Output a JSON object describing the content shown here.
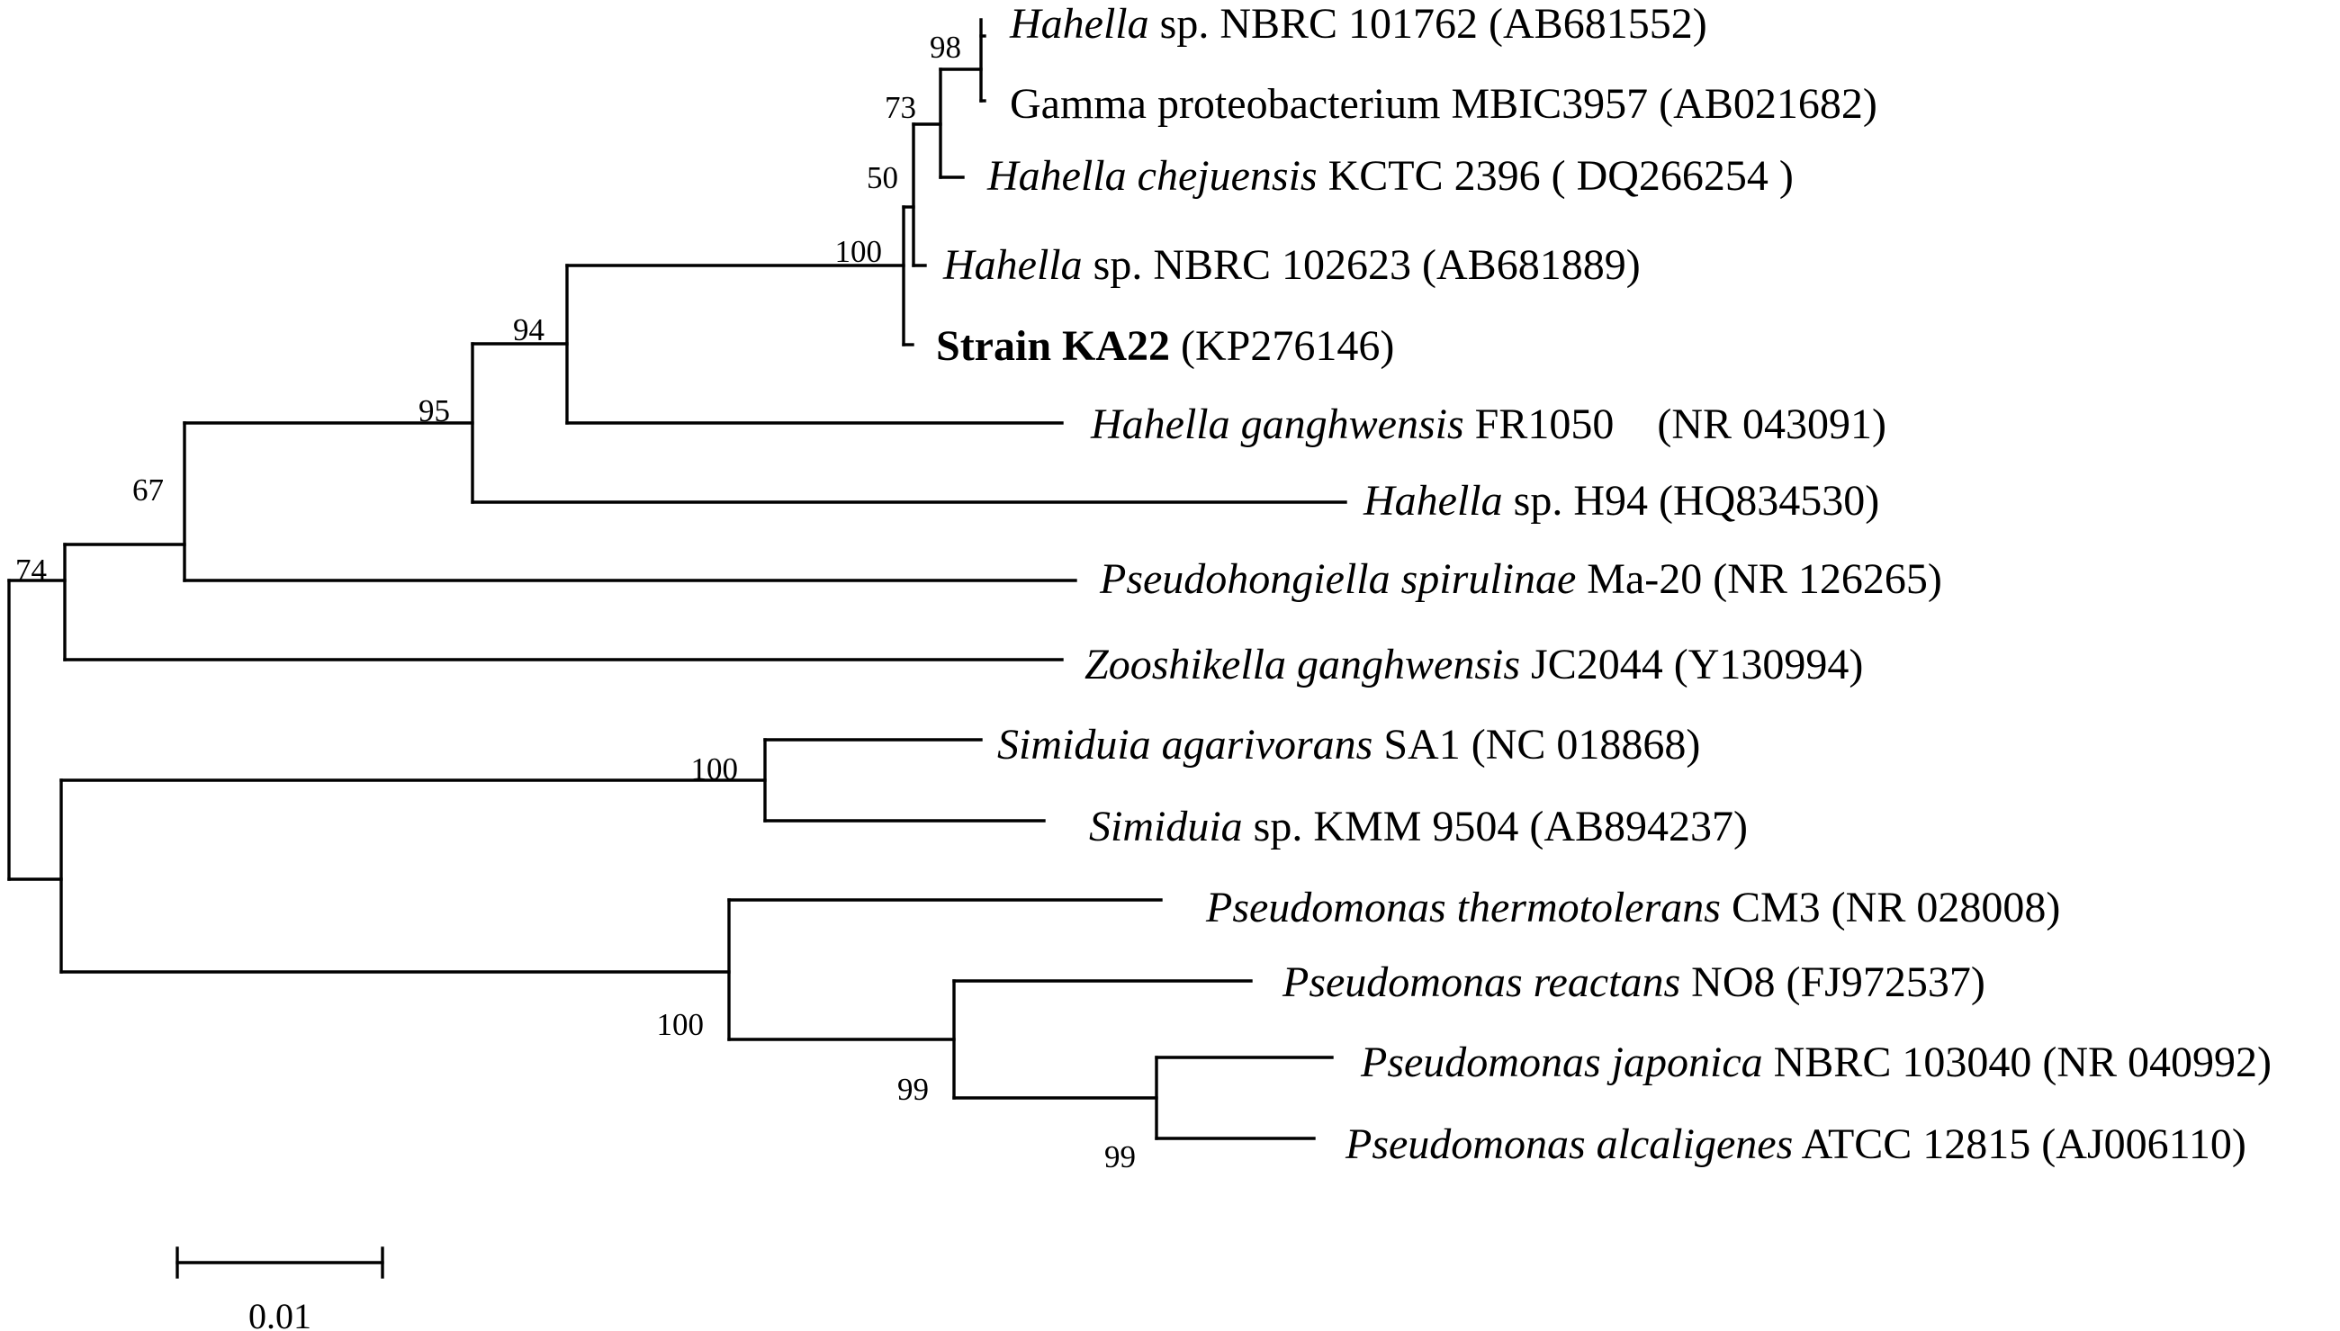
{
  "tree": {
    "taxa": [
      {
        "id": "t1",
        "parts": [
          {
            "text": "Hahella",
            "style": "italic"
          },
          {
            "text": " sp. NBRC 101762 (AB681552)"
          }
        ]
      },
      {
        "id": "t2",
        "parts": [
          {
            "text": "Gamma proteobacterium MBIC3957 (AB021682)"
          }
        ]
      },
      {
        "id": "t3",
        "parts": [
          {
            "text": "Hahella chejuensis",
            "style": "italic"
          },
          {
            "text": " KCTC 2396 ( DQ266254 )"
          }
        ]
      },
      {
        "id": "t4",
        "parts": [
          {
            "text": "Hahella",
            "style": "italic"
          },
          {
            "text": " sp. NBRC 102623 (AB681889)"
          }
        ]
      },
      {
        "id": "t5",
        "parts": [
          {
            "text": "Strain KA22",
            "style": "bold"
          },
          {
            "text": " (KP276146)"
          }
        ]
      },
      {
        "id": "t6",
        "parts": [
          {
            "text": "Hahella ganghwensis",
            "style": "italic"
          },
          {
            "text": " FR1050    (NR 043091)"
          }
        ]
      },
      {
        "id": "t7",
        "parts": [
          {
            "text": "Hahella",
            "style": "italic"
          },
          {
            "text": " sp. H94 (HQ834530)"
          }
        ]
      },
      {
        "id": "t8",
        "parts": [
          {
            "text": "Pseudohongiella spirulinae",
            "style": "italic"
          },
          {
            "text": " Ma-20 (NR 126265)"
          }
        ]
      },
      {
        "id": "t9",
        "parts": [
          {
            "text": "Zooshikella ganghwensis",
            "style": "italic"
          },
          {
            "text": " JC2044 (Y130994)"
          }
        ]
      },
      {
        "id": "t10",
        "parts": [
          {
            "text": "Simiduia agarivorans",
            "style": "italic"
          },
          {
            "text": " SA1 (NC 018868)"
          }
        ]
      },
      {
        "id": "t11",
        "parts": [
          {
            "text": "Simiduia",
            "style": "italic"
          },
          {
            "text": " sp. KMM 9504 (AB894237)"
          }
        ]
      },
      {
        "id": "t12",
        "parts": [
          {
            "text": "Pseudomonas thermotolerans",
            "style": "italic"
          },
          {
            "text": " CM3 (NR 028008)"
          }
        ]
      },
      {
        "id": "t13",
        "parts": [
          {
            "text": "Pseudomonas reactans",
            "style": "italic"
          },
          {
            "text": " NO8 (FJ972537)"
          }
        ]
      },
      {
        "id": "t14",
        "parts": [
          {
            "text": "Pseudomonas japonica",
            "style": "italic"
          },
          {
            "text": " NBRC 103040 (NR 040992)"
          }
        ]
      },
      {
        "id": "t15",
        "parts": [
          {
            "text": "Pseudomonas alcaligenes",
            "style": "italic"
          },
          {
            "text": " ATCC 12815 (AJ006110)"
          }
        ]
      }
    ],
    "supports": [
      {
        "id": "s98a",
        "value": "98"
      },
      {
        "id": "s73",
        "value": "73"
      },
      {
        "id": "s50",
        "value": "50"
      },
      {
        "id": "s100a",
        "value": "100"
      },
      {
        "id": "s94",
        "value": "94"
      },
      {
        "id": "s95",
        "value": "95"
      },
      {
        "id": "s67",
        "value": "67"
      },
      {
        "id": "s74",
        "value": "74"
      },
      {
        "id": "s100b",
        "value": "100"
      },
      {
        "id": "s100c",
        "value": "100"
      },
      {
        "id": "s99a",
        "value": "99"
      },
      {
        "id": "s99b",
        "value": "99"
      }
    ],
    "scale_bar": {
      "value": 0.01,
      "label": "0.01"
    }
  }
}
